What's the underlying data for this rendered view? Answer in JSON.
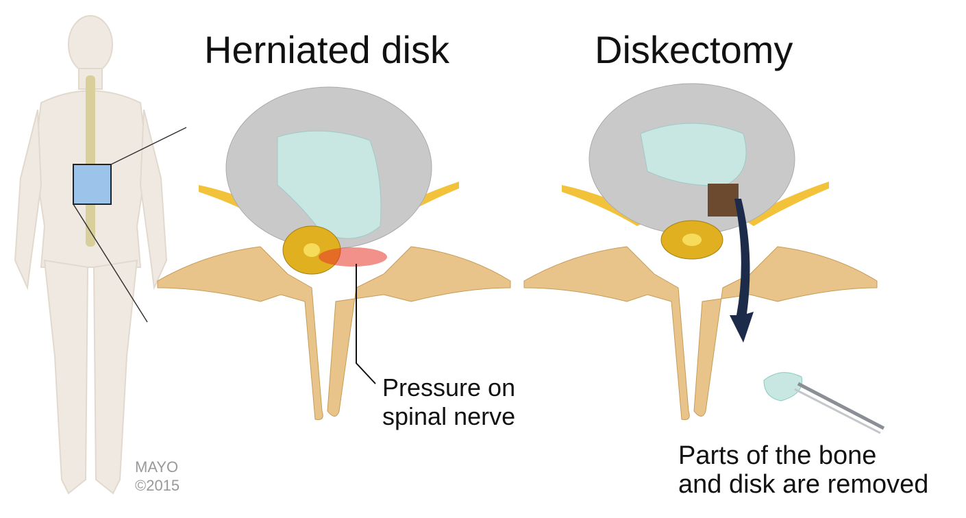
{
  "titles": {
    "left": "Herniated disk",
    "right": "Diskectomy"
  },
  "labels": {
    "pressure": [
      "Pressure on",
      "spinal nerve"
    ],
    "removed": [
      "Parts of the bone",
      "and disk are removed"
    ]
  },
  "credit": {
    "brand": "MAYO",
    "year": "©2015"
  },
  "colors": {
    "bone": "#e8c48a",
    "disk": "#c9c9c9",
    "nucleus": "#c8e6e2",
    "nerve": "#f2c33a",
    "inflammation": "#e8352a",
    "arrow": "#1d2b4a",
    "highlight": "#9cc4ea"
  }
}
